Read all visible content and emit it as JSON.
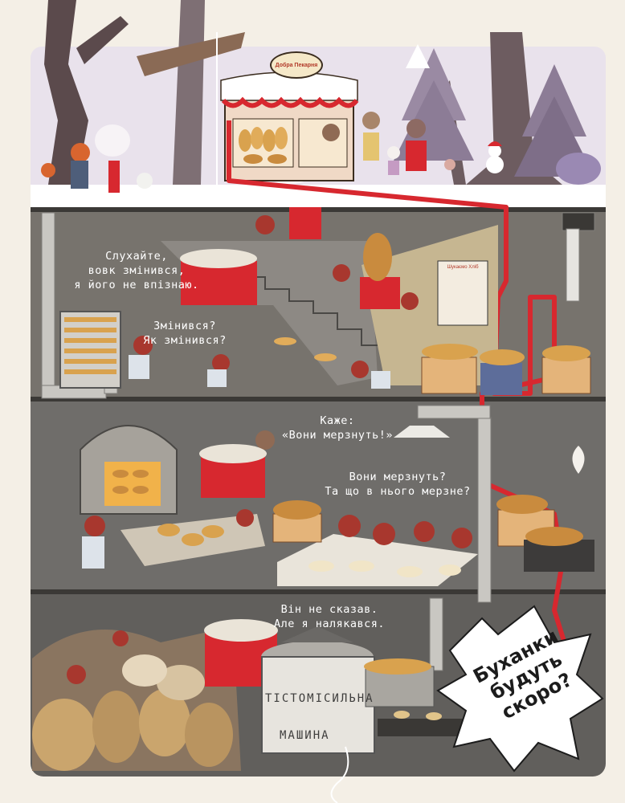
{
  "sign": {
    "text": "Добра Пекарня"
  },
  "poster": {
    "text": "Шукаємо Хліб"
  },
  "captions": {
    "wolf_changed": "Слухайте,\nвовк змінився,\nя його не впізнаю.",
    "how_changed": "Змінився?\nЯк змінився?",
    "says": "Каже:\n«Вони мерзнуть!»",
    "they_freeze": "Вони мерзнуть?\nТа що в нього мерзне?",
    "didnt_say": "Він не сказав.\nАле я налякався."
  },
  "machine": {
    "line1": "ТІСТОМІСИЛЬНА",
    "line2": "МАШИНА"
  },
  "burst": {
    "text": "Буханки\nбудуть\nскоро?"
  },
  "colors": {
    "accent_red": "#d7282f",
    "sky": "#e9e2ec",
    "underground": "#77736d",
    "bread": "#d9a24e"
  }
}
